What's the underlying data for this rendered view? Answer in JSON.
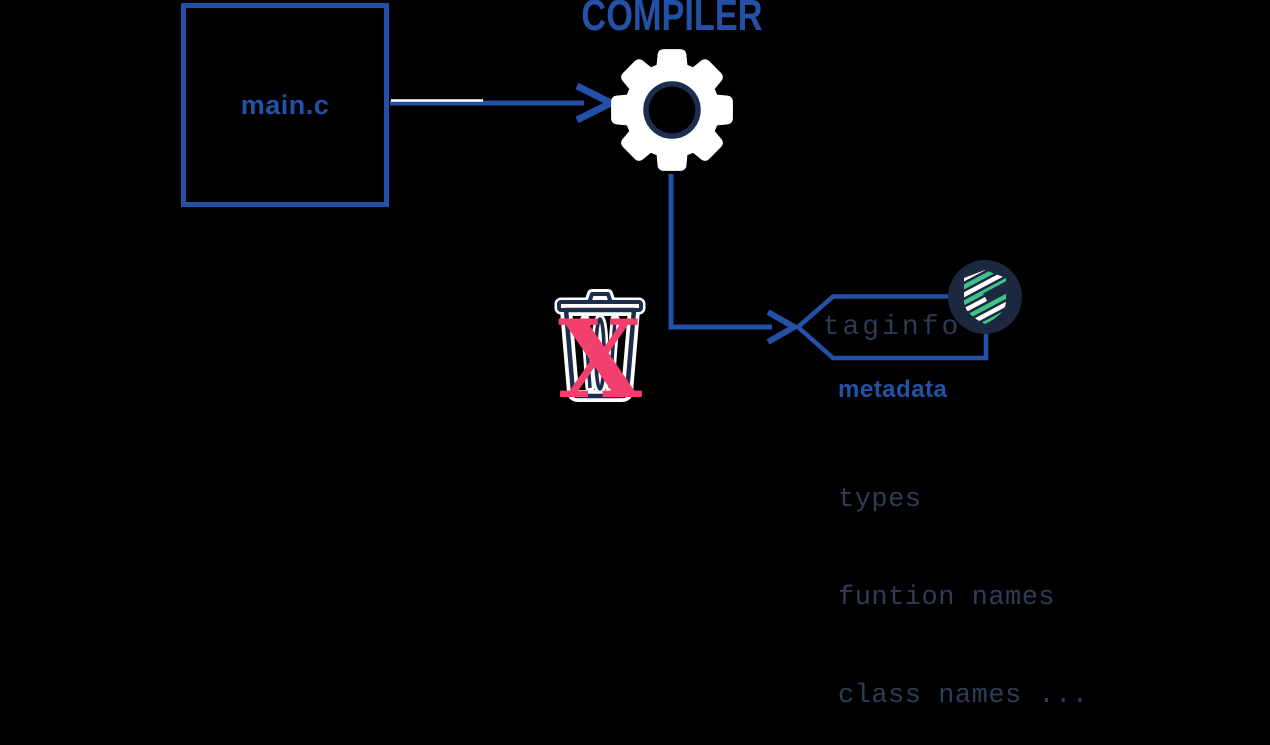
{
  "diagram_title": "compiler-taginfo-flow",
  "colors": {
    "background": "#000000",
    "primary_blue": "#2451a8",
    "icon_navy": "#1e2c4d",
    "badge_navy": "#1b2840",
    "mono_text": "#2e3d57",
    "tag_text": "#2b3a55",
    "pink_x": "#f23f6d",
    "logo_green": "#3ec487",
    "halo_white": "#ffffff"
  },
  "nodes": {
    "source_file": {
      "label": "main.c"
    },
    "compiler": {
      "title": "COMPILER",
      "icon": "gear-icon"
    },
    "discard": {
      "icon": "trash-x-icon"
    },
    "taginfo": {
      "label": "taginfo",
      "badge_icon": "ctags-logo-icon"
    },
    "metadata": {
      "heading": "metadata",
      "items": [
        "types",
        "funtion names",
        "class names ..."
      ]
    }
  }
}
